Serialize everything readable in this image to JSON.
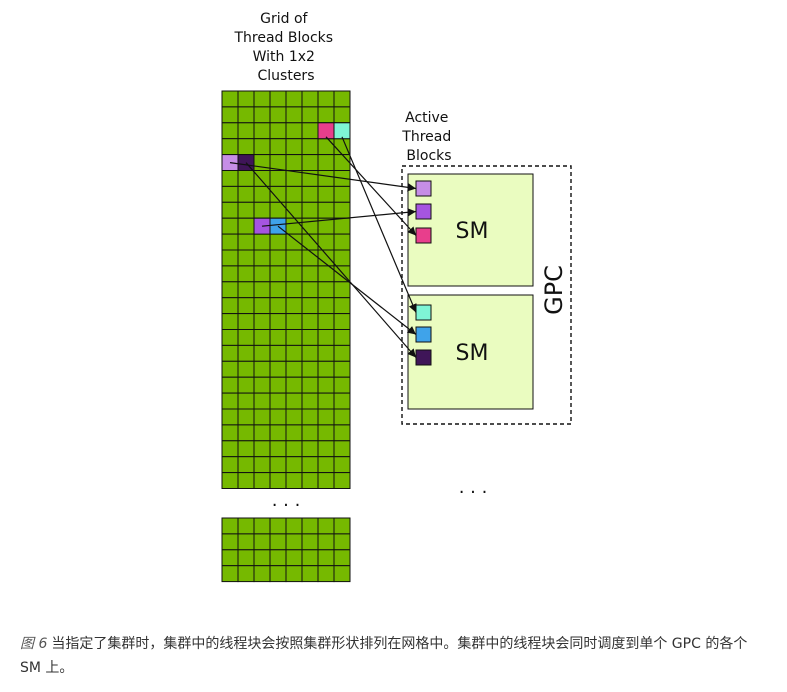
{
  "grid_title": [
    "Grid of",
    "Thread Blocks",
    "With 1x2",
    "Clusters"
  ],
  "active_title": [
    "Active",
    "Thread",
    "Blocks"
  ],
  "sm_label_top": "SM",
  "sm_label_bottom": "SM",
  "gpc_label": "GPC",
  "grid_ellipsis": ". . .",
  "gpc_ellipsis": ". . .",
  "caption": {
    "figure_ref": "图 6",
    "text": "当指定了集群时，集群中的线程块会按照集群形状排列在网格中。集群中的线程块会同时调度到单个 GPC 的各个 SM 上。"
  },
  "colors": {
    "grid_green": "#76b900",
    "grid_line": "#111111",
    "sm_fill": "#eafcc0",
    "pink": "#e83e8c",
    "mint": "#7ff5d6",
    "lavender": "#c68ee6",
    "dark_purple": "#3f1558",
    "violet": "#a555e0",
    "sky": "#3fa3ea"
  },
  "grid": {
    "columns": 8,
    "main_rows": 25,
    "bottom_rows": 4
  },
  "highlighted_cells": [
    {
      "row": 2,
      "col": 6,
      "color": "pink"
    },
    {
      "row": 2,
      "col": 7,
      "color": "mint"
    },
    {
      "row": 4,
      "col": 0,
      "color": "lavender"
    },
    {
      "row": 4,
      "col": 1,
      "color": "dark_purple"
    },
    {
      "row": 8,
      "col": 2,
      "color": "violet"
    },
    {
      "row": 8,
      "col": 3,
      "color": "sky"
    }
  ],
  "sm_slots": [
    {
      "sm": 0,
      "slot": 0,
      "color": "lavender"
    },
    {
      "sm": 0,
      "slot": 1,
      "color": "violet"
    },
    {
      "sm": 0,
      "slot": 2,
      "color": "pink"
    },
    {
      "sm": 1,
      "slot": 0,
      "color": "mint"
    },
    {
      "sm": 1,
      "slot": 1,
      "color": "sky"
    },
    {
      "sm": 1,
      "slot": 2,
      "color": "dark_purple"
    }
  ]
}
